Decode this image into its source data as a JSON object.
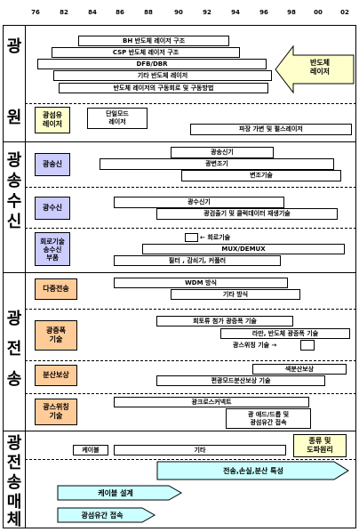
{
  "years": [
    "76",
    "82",
    "84",
    "86",
    "88",
    "90",
    "92",
    "94",
    "96",
    "98",
    "00",
    "02"
  ],
  "sections": {
    "gwangwon": [
      "광",
      "원"
    ],
    "gwangsongsusin": [
      "광",
      "송",
      "수",
      "신"
    ],
    "gwangjeonsong": [
      "광",
      "전",
      "송"
    ],
    "gwangjeonsongmaeche": [
      "광",
      "전",
      "송",
      "매",
      "체"
    ]
  },
  "bars": {
    "bh": "BH 반도체 레이저 구조",
    "csp": "CSP 반도체 레이저 구조",
    "dfb": "DFB/DBR",
    "etc_laser": "기타 반도체 레이저",
    "drive": "반도체 레이저의 구동회로 및 구동방법",
    "single_mode": "단일모드\n레이저",
    "tunable": "파장 가변 및 펄스레이저",
    "tx1": "광송신기",
    "tx2": "광변조기",
    "tx3": "변조기술",
    "rx1": "광수신기",
    "rx2": "광검출기 및 클럭데이터 재생기술",
    "mux": "MUX/DEMUX",
    "filter": "필터 , 감쇠기, 커플러",
    "wdm": "WDM 방식",
    "etc_method": "기타 방식",
    "edfa": "희토류 첨가 광증폭 기술",
    "raman": "라만, 반도체 광증폭 기술",
    "disp_comp": "색분산보상",
    "pmd": "편광모드분산보상 기술",
    "xconnect": "광크로스커넥트",
    "add_drop": "광 애드/드롭 및\n광섬유간 접속",
    "cable": "케이블",
    "etc_media": "기타",
    "trans": "전송,손실,분산 특성",
    "cable_design": "케이블 설계",
    "splice": "광섬유간 접속"
  },
  "arrow_labels": {
    "circuit": "회로기술",
    "optswitch": "광스위칭 기술"
  },
  "labels": {
    "semiconductor_laser": "반도체\n레이저",
    "fiber_laser": "광섬유\n레이저",
    "tx": "광송신",
    "rx": "광수신",
    "circuit_parts": "회로기술\n송수신\n부품",
    "multiplex": "다중전송",
    "amp": "광증폭\n기술",
    "dispersion": "분산보상",
    "switching": "광스위칭\n기술",
    "kinds": "종류 및\n도파원리"
  },
  "colors": {
    "yellow": "#FFFFCC",
    "blue": "#CCCCFF",
    "orange": "#FFCC99",
    "cyan": "#CCFFFF"
  }
}
